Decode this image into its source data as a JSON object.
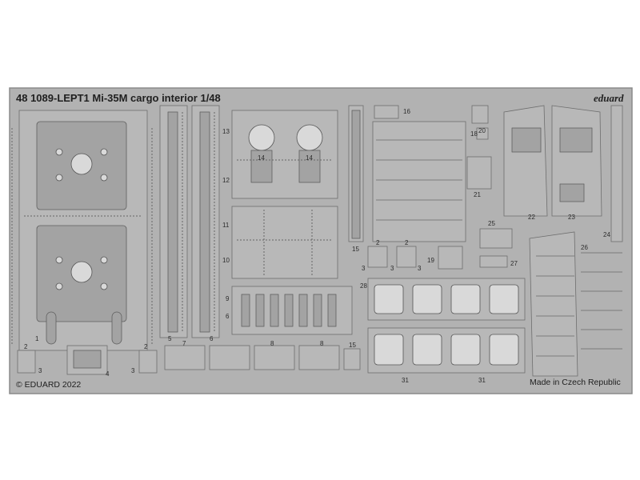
{
  "header": {
    "title": "48 1089-LEPT1  Mi-35M  cargo interior   1/48",
    "brand": "eduard"
  },
  "footer": {
    "copyright": "© EDUARD 2022",
    "origin": "Made in Czech Republic"
  },
  "colors": {
    "fret": "#b2b2b2",
    "fret_edge": "#8a8a8a",
    "part": "#b8b8b8",
    "text": "#1f1f1f"
  },
  "part_numbers": {
    "p1": "1",
    "p2a": "2",
    "p2b": "2",
    "p2c": "2",
    "p2d": "2",
    "p3a": "3",
    "p3b": "3",
    "p3c": "3",
    "p3d": "3",
    "p3e": "3",
    "p4": "4",
    "p5": "5",
    "p6a": "6",
    "p6b": "6",
    "p7": "7",
    "p8a": "8",
    "p8b": "8",
    "p9": "9",
    "p10": "10",
    "p11": "11",
    "p12": "12",
    "p13": "13",
    "p14a": "14",
    "p14b": "14",
    "p15a": "15",
    "p15b": "15",
    "p16": "16",
    "p18": "18",
    "p19": "19",
    "p20": "20",
    "p21": "21",
    "p22": "22",
    "p23": "23",
    "p24": "24",
    "p25": "25",
    "p26": "26",
    "p27": "27",
    "p28": "28",
    "p31a": "31",
    "p31b": "31"
  }
}
